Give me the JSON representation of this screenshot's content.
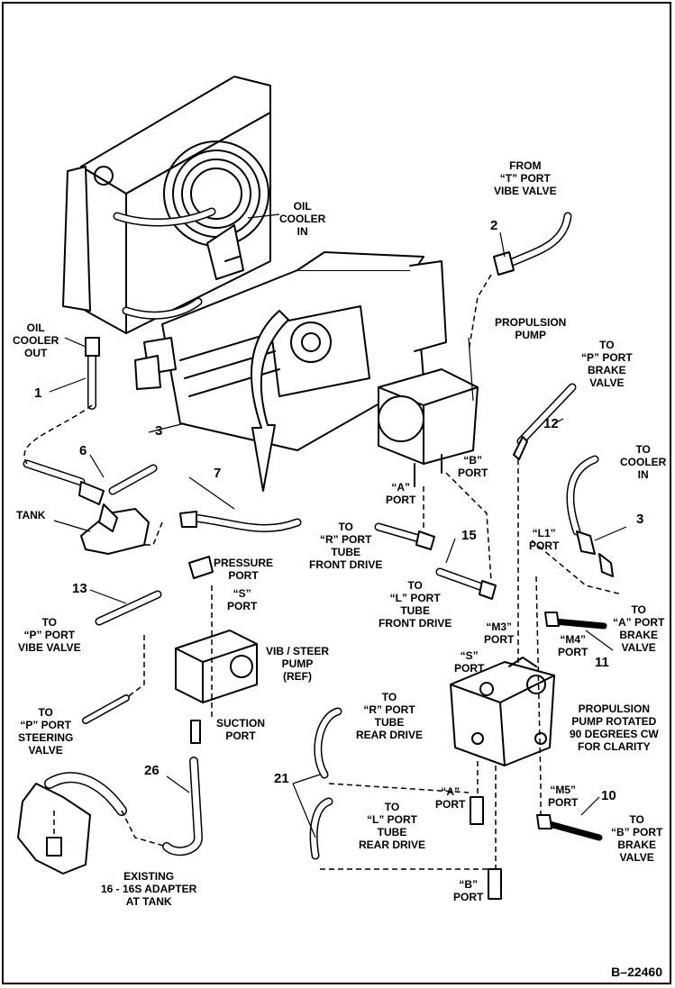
{
  "diagram_code": "B–22460",
  "labels": {
    "from_t_port": [
      "FROM",
      "“T” PORT",
      "VIBE VALVE"
    ],
    "oil_cooler_in": [
      "OIL",
      "COOLER",
      "IN"
    ],
    "oil_cooler_out": [
      "OIL",
      "COOLER",
      "OUT"
    ],
    "propulsion_pump": [
      "PROPULSION",
      "PUMP"
    ],
    "to_p_brake": [
      "TO",
      "“P” PORT",
      "BRAKE",
      "VALVE"
    ],
    "to_cooler_in": [
      "TO",
      "COOLER",
      "IN"
    ],
    "b_port": [
      "“B”",
      "PORT"
    ],
    "a_port": [
      "“A”",
      "PORT"
    ],
    "tank": [
      "TANK"
    ],
    "to_r_front": [
      "TO",
      "“R” PORT",
      "TUBE",
      "FRONT DRIVE"
    ],
    "to_l_front": [
      "TO",
      "“L” PORT",
      "TUBE",
      "FRONT DRIVE"
    ],
    "l1_port": [
      "“L1”",
      "PORT"
    ],
    "pressure_port": [
      "PRESSURE",
      "PORT"
    ],
    "s_port_top": [
      "“S”",
      "PORT"
    ],
    "to_p_vibe": [
      "TO",
      "“P” PORT",
      "VIBE VALVE"
    ],
    "to_a_brake": [
      "TO",
      "“A” PORT",
      "BRAKE",
      "VALVE"
    ],
    "m3_port": [
      "“M3”",
      "PORT"
    ],
    "m4_port": [
      "“M4”",
      "PORT"
    ],
    "vib_steer_pump": [
      "VIB / STEER",
      "PUMP",
      "(REF)"
    ],
    "s_port_right": [
      "“S”",
      "PORT"
    ],
    "to_p_steering": [
      "TO",
      "“P” PORT",
      "STEERING",
      "VALVE"
    ],
    "suction_port": [
      "SUCTION",
      "PORT"
    ],
    "propulsion_rotated": [
      "PROPULSION",
      "PUMP ROTATED",
      "90 DEGREES CW",
      "FOR CLARITY"
    ],
    "to_r_rear": [
      "TO",
      "“R” PORT",
      "TUBE",
      "REAR DRIVE"
    ],
    "a_port_lower": [
      "“A”",
      "PORT"
    ],
    "m5_port": [
      "“M5”",
      "PORT"
    ],
    "to_b_brake": [
      "TO",
      "“B” PORT",
      "BRAKE",
      "VALVE"
    ],
    "to_l_rear": [
      "TO",
      "“L” PORT",
      "TUBE",
      "REAR DRIVE"
    ],
    "b_port_lower": [
      "“B”",
      "PORT"
    ],
    "existing_adapter": [
      "EXISTING",
      "16 - 16S ADAPTER",
      "AT TANK"
    ]
  },
  "callouts": {
    "n1": "1",
    "n2": "2",
    "n3a": "3",
    "n3b": "3",
    "n6": "6",
    "n7": "7",
    "n10": "10",
    "n11": "11",
    "n12": "12",
    "n13": "13",
    "n15": "15",
    "n21": "21",
    "n26": "26"
  }
}
